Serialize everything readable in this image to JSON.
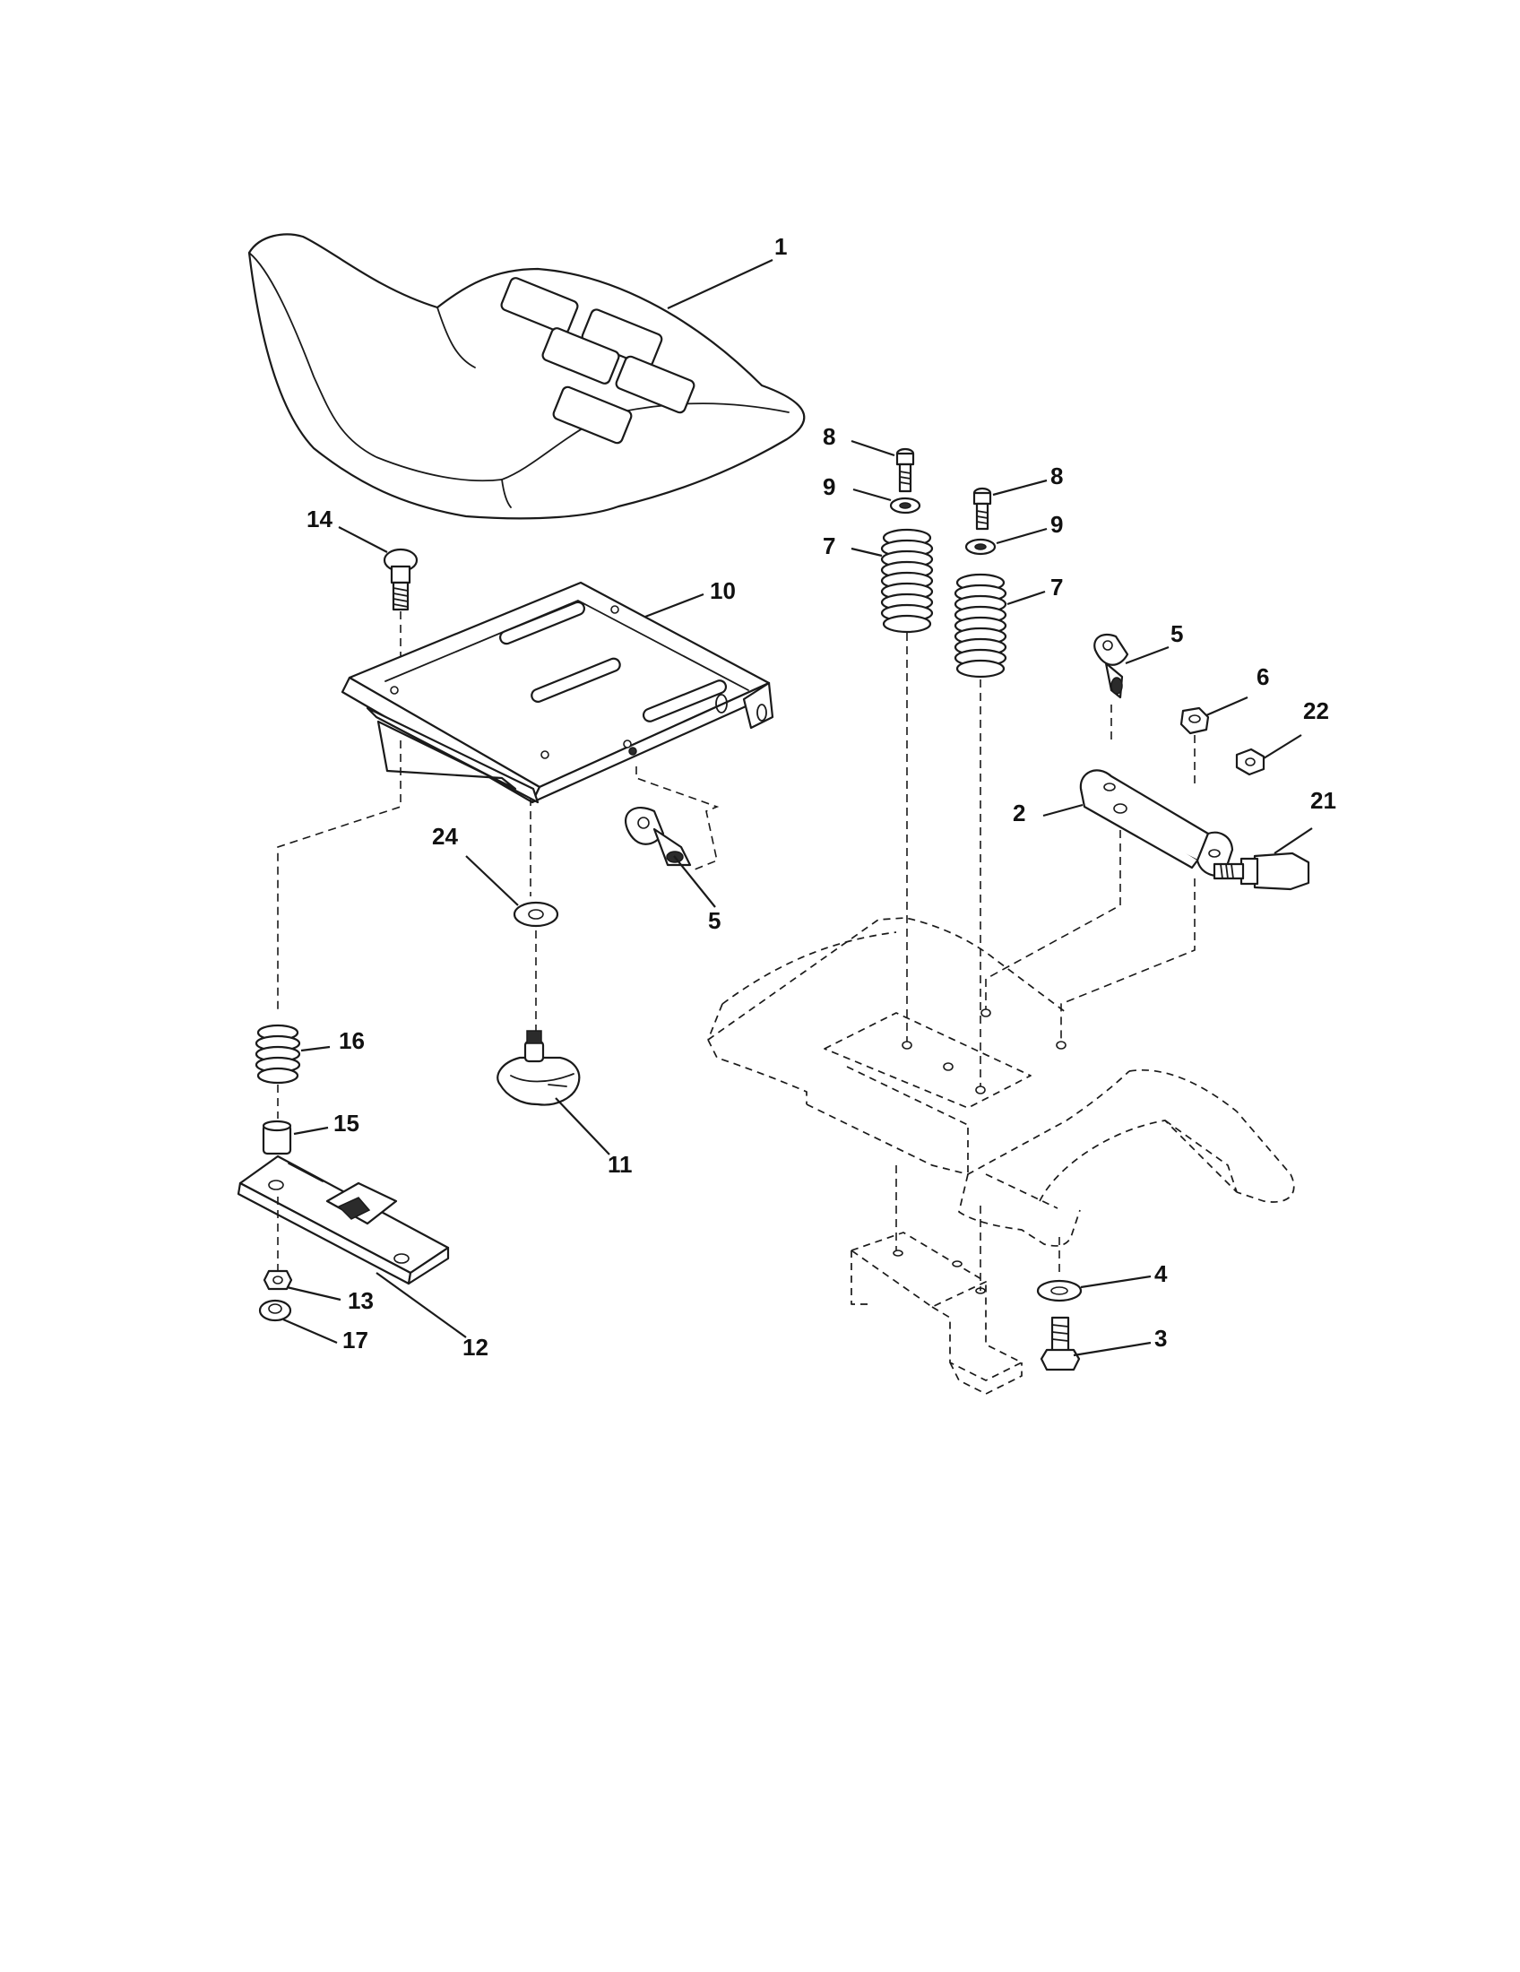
{
  "callouts": {
    "c1": "1",
    "c2": "2",
    "c3": "3",
    "c4": "4",
    "c5a": "5",
    "c5b": "5",
    "c6": "6",
    "c7a": "7",
    "c7b": "7",
    "c8a": "8",
    "c8b": "8",
    "c9a": "9",
    "c9b": "9",
    "c10": "10",
    "c11": "11",
    "c12": "12",
    "c13": "13",
    "c14": "14",
    "c15": "15",
    "c16": "16",
    "c17": "17",
    "c21": "21",
    "c22": "22",
    "c24": "24"
  },
  "colors": {
    "ink": "#1a1a1a",
    "background": "#ffffff"
  }
}
